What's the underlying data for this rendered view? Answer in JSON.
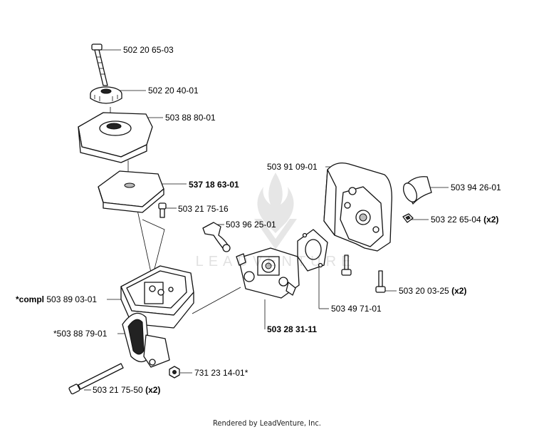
{
  "labels": [
    {
      "id": "p1",
      "text": "502 20 65-03",
      "bold": false
    },
    {
      "id": "p2",
      "text": "502 20 40-01",
      "bold": false
    },
    {
      "id": "p3",
      "text": "503 88 80-01",
      "bold": false
    },
    {
      "id": "p4",
      "text": "537 18 63-01",
      "bold": true
    },
    {
      "id": "p5",
      "text": "503 21 75-16",
      "bold": false
    },
    {
      "id": "p6",
      "text": "503 96 25-01",
      "bold": false
    },
    {
      "id": "p7",
      "text": "503 91 09-01",
      "bold": false
    },
    {
      "id": "p8",
      "text": "503 94 26-01",
      "bold": false
    },
    {
      "id": "p9",
      "text": "503 22 65-04",
      "bold": false,
      "suffix": "(x2)"
    },
    {
      "id": "p10",
      "text": "503 20 03-25",
      "bold": false,
      "suffix": "(x2)"
    },
    {
      "id": "p11",
      "text": "503 49 71-01",
      "bold": false
    },
    {
      "id": "p12",
      "text": "503 89 03-01",
      "bold": false,
      "prefix": "*compl"
    },
    {
      "id": "p13",
      "text": "*503 88 79-01",
      "bold": false
    },
    {
      "id": "p14",
      "text": "503 28 31-11",
      "bold": true
    },
    {
      "id": "p15",
      "text": "731 23 14-01*",
      "bold": false
    },
    {
      "id": "p16",
      "text": "503 21 75-50",
      "bold": false,
      "suffix": "(x2)"
    }
  ],
  "footer": "Rendered by LeadVenture, Inc.",
  "watermark": "LEADVENTURE"
}
